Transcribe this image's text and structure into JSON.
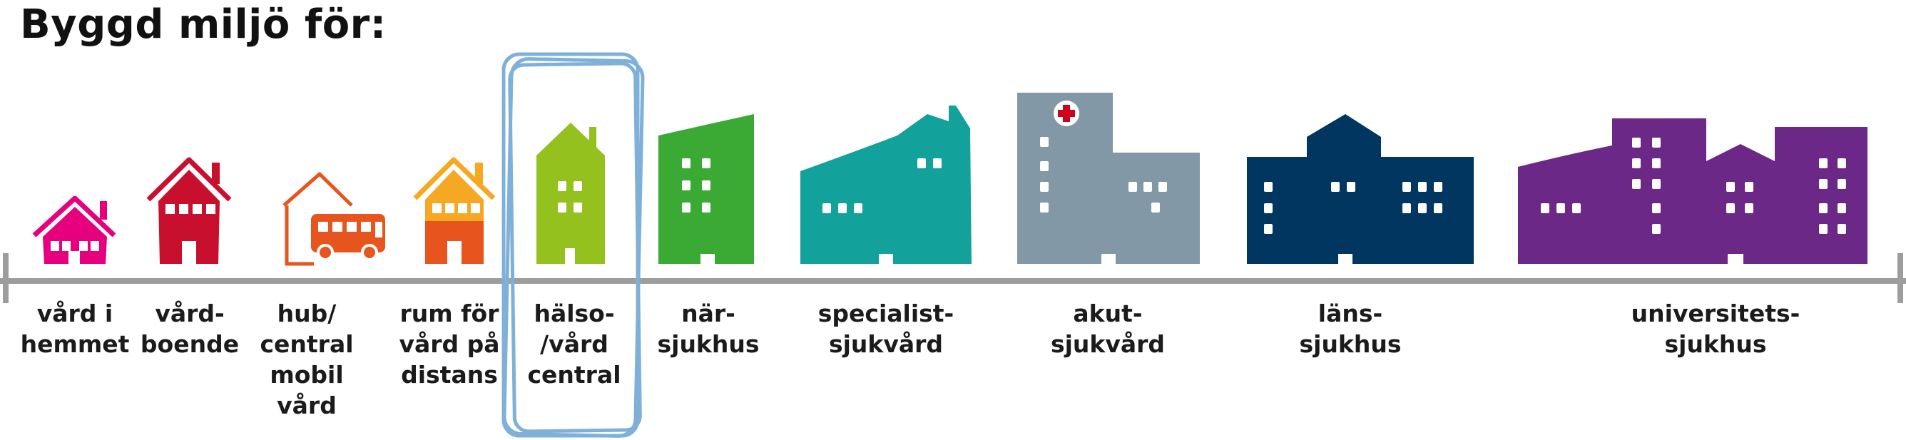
{
  "title": "Byggd miljö för:",
  "colors": {
    "vard_i_hemmet": "#e6007e",
    "vardboende": "#c8102e",
    "hub": "#e8541d",
    "rum": "#f7a823",
    "halsocentral": "#95c11f",
    "narsjukhus": "#3aaa35",
    "specialist": "#13a19b",
    "akut": "#8398a6",
    "lans": "#00365f",
    "universitet": "#6c2886",
    "highlight": "#7fb0d8",
    "axis": "#9d9d9d"
  },
  "labels": [
    [
      "vård i",
      "hemmet"
    ],
    [
      "vård-",
      "boende"
    ],
    [
      "hub/",
      "central",
      "mobil",
      "vård"
    ],
    [
      "rum för",
      "vård på",
      "distans"
    ],
    [
      "hälso-",
      "/vård",
      "central"
    ],
    [
      "när-",
      "sjukhus"
    ],
    [
      "specialist-",
      "sjukvård"
    ],
    [
      "akut-",
      "sjukvård"
    ],
    [
      "läns-",
      "sjukhus"
    ],
    [
      "universitets-",
      "sjukhus"
    ]
  ],
  "highlighted_item": "hälso-/vård central"
}
